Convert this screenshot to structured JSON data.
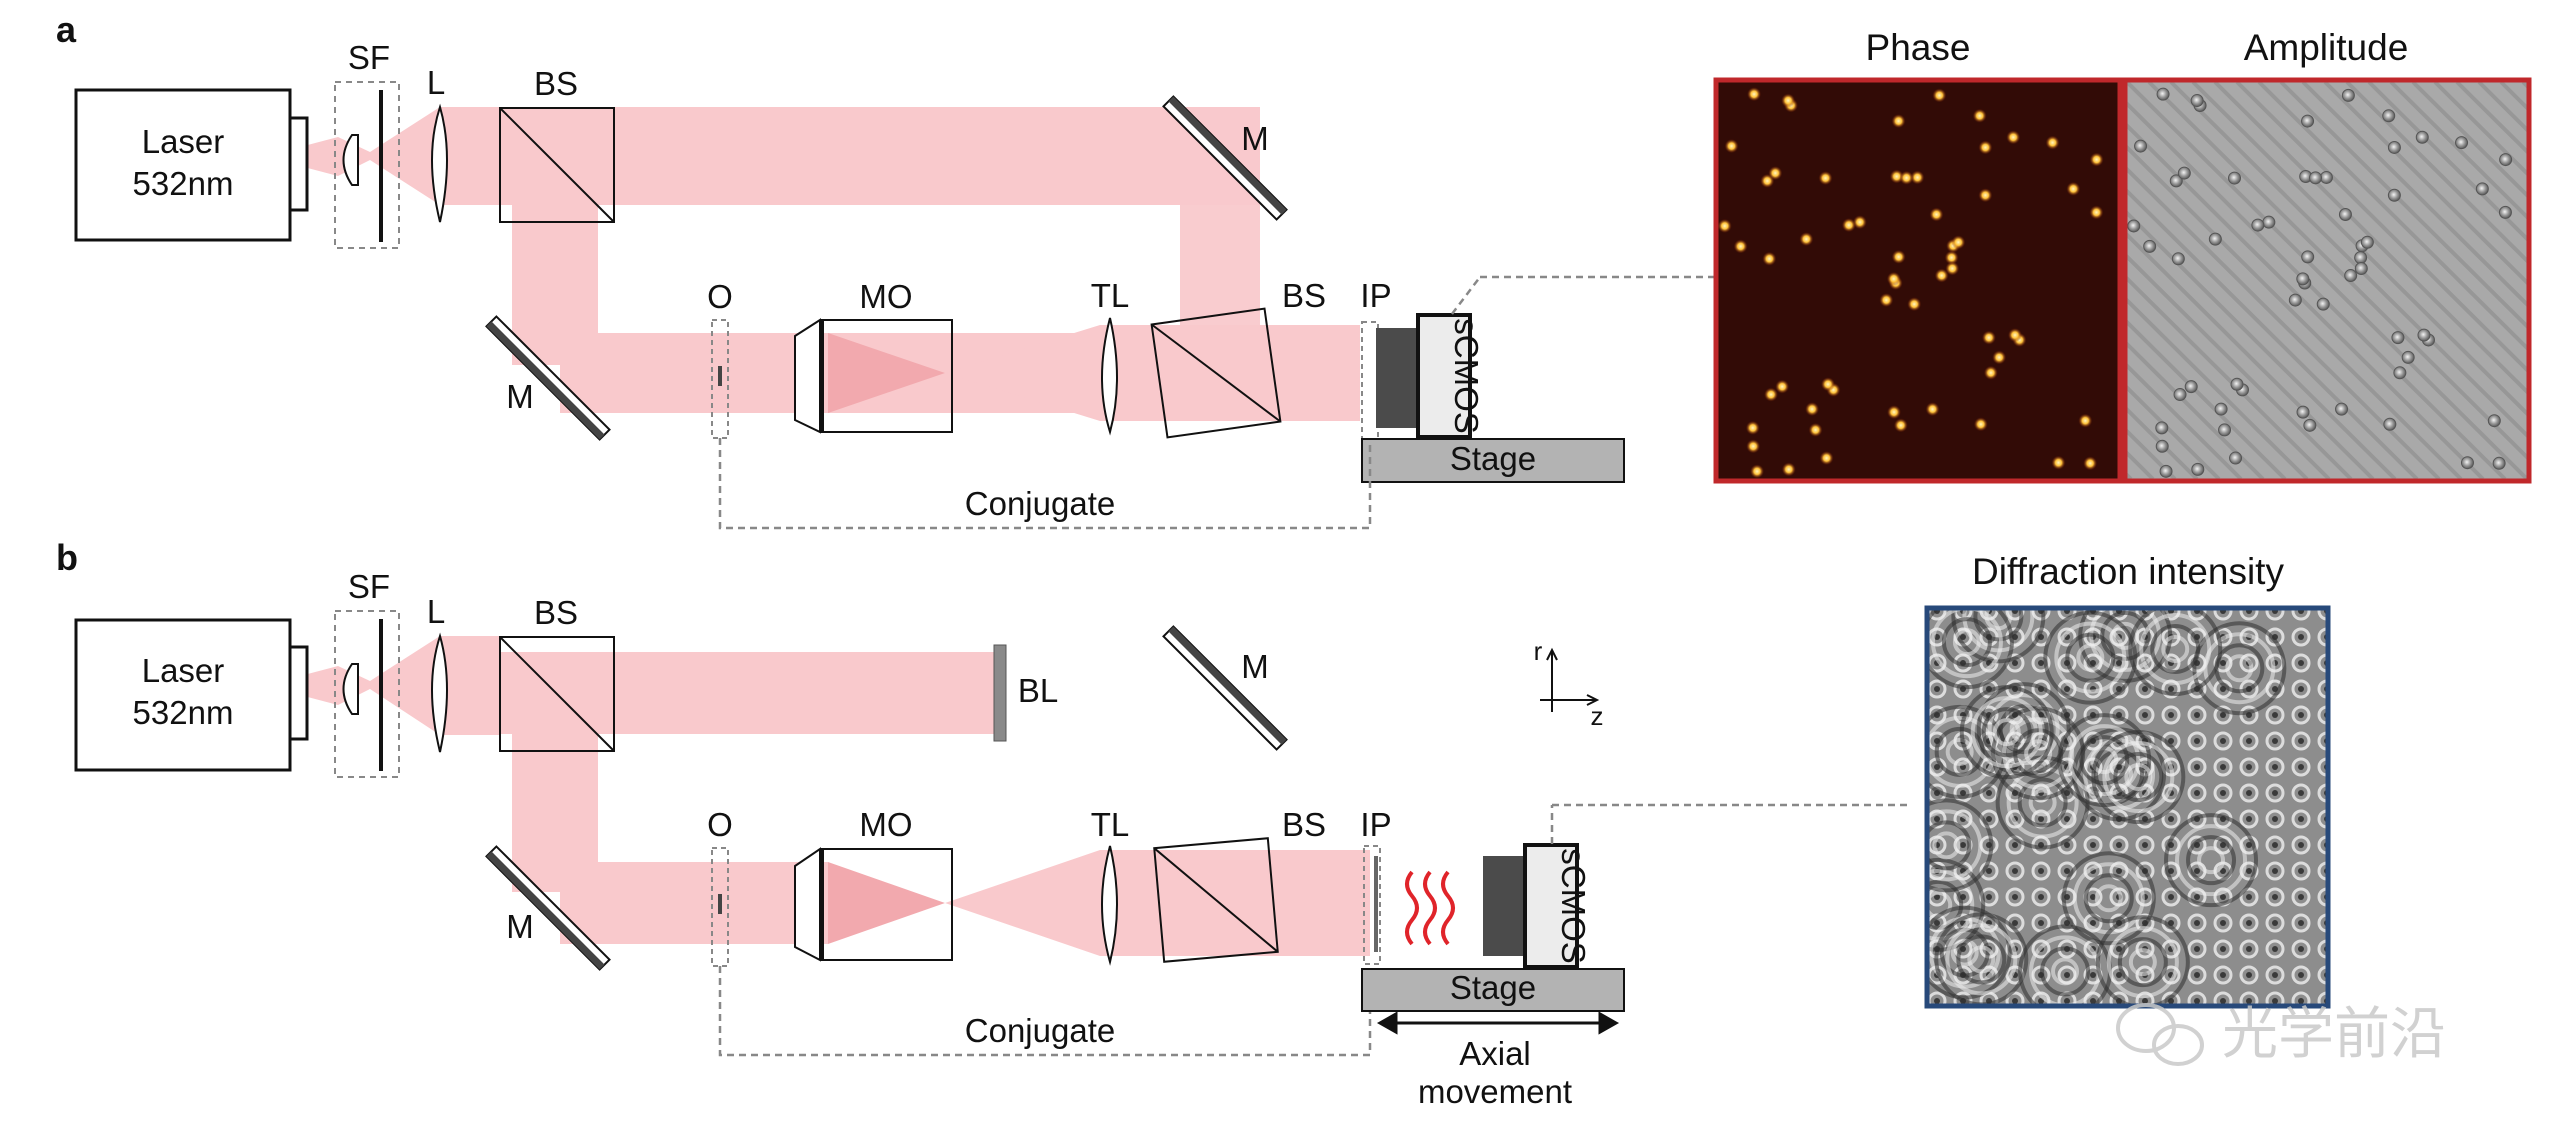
{
  "panel_a": {
    "letter": "a",
    "laser_line1": "Laser",
    "laser_line2": "532nm",
    "sf": "SF",
    "l": "L",
    "bs1": "BS",
    "m_top": "M",
    "m_left": "M",
    "o": "O",
    "mo": "MO",
    "tl": "TL",
    "bs2": "BS",
    "ip": "IP",
    "camera": "sCMOS",
    "stage": "Stage",
    "conjugate": "Conjugate",
    "phase_title": "Phase",
    "amplitude_title": "Amplitude"
  },
  "panel_b": {
    "letter": "b",
    "laser_line1": "Laser",
    "laser_line2": "532nm",
    "sf": "SF",
    "l": "L",
    "bs1": "BS",
    "bl": "BL",
    "m_top": "M",
    "m_left": "M",
    "o": "O",
    "mo": "MO",
    "tl": "TL",
    "bs2": "BS",
    "ip": "IP",
    "camera": "sCMOS",
    "stage": "Stage",
    "conjugate": "Conjugate",
    "axial_line1": "Axial",
    "axial_line2": "movement",
    "axis_r": "r",
    "axis_z": "z",
    "diffraction_title": "Diffraction intensity"
  },
  "watermark": "光学前沿",
  "colors": {
    "beam": "#f9c9cc",
    "phase_frame": "#c0282b",
    "amplitude_frame": "#c0282b",
    "diffraction_frame": "#27497a",
    "wave": "#e0242a",
    "stage": "#b3b3b3"
  }
}
